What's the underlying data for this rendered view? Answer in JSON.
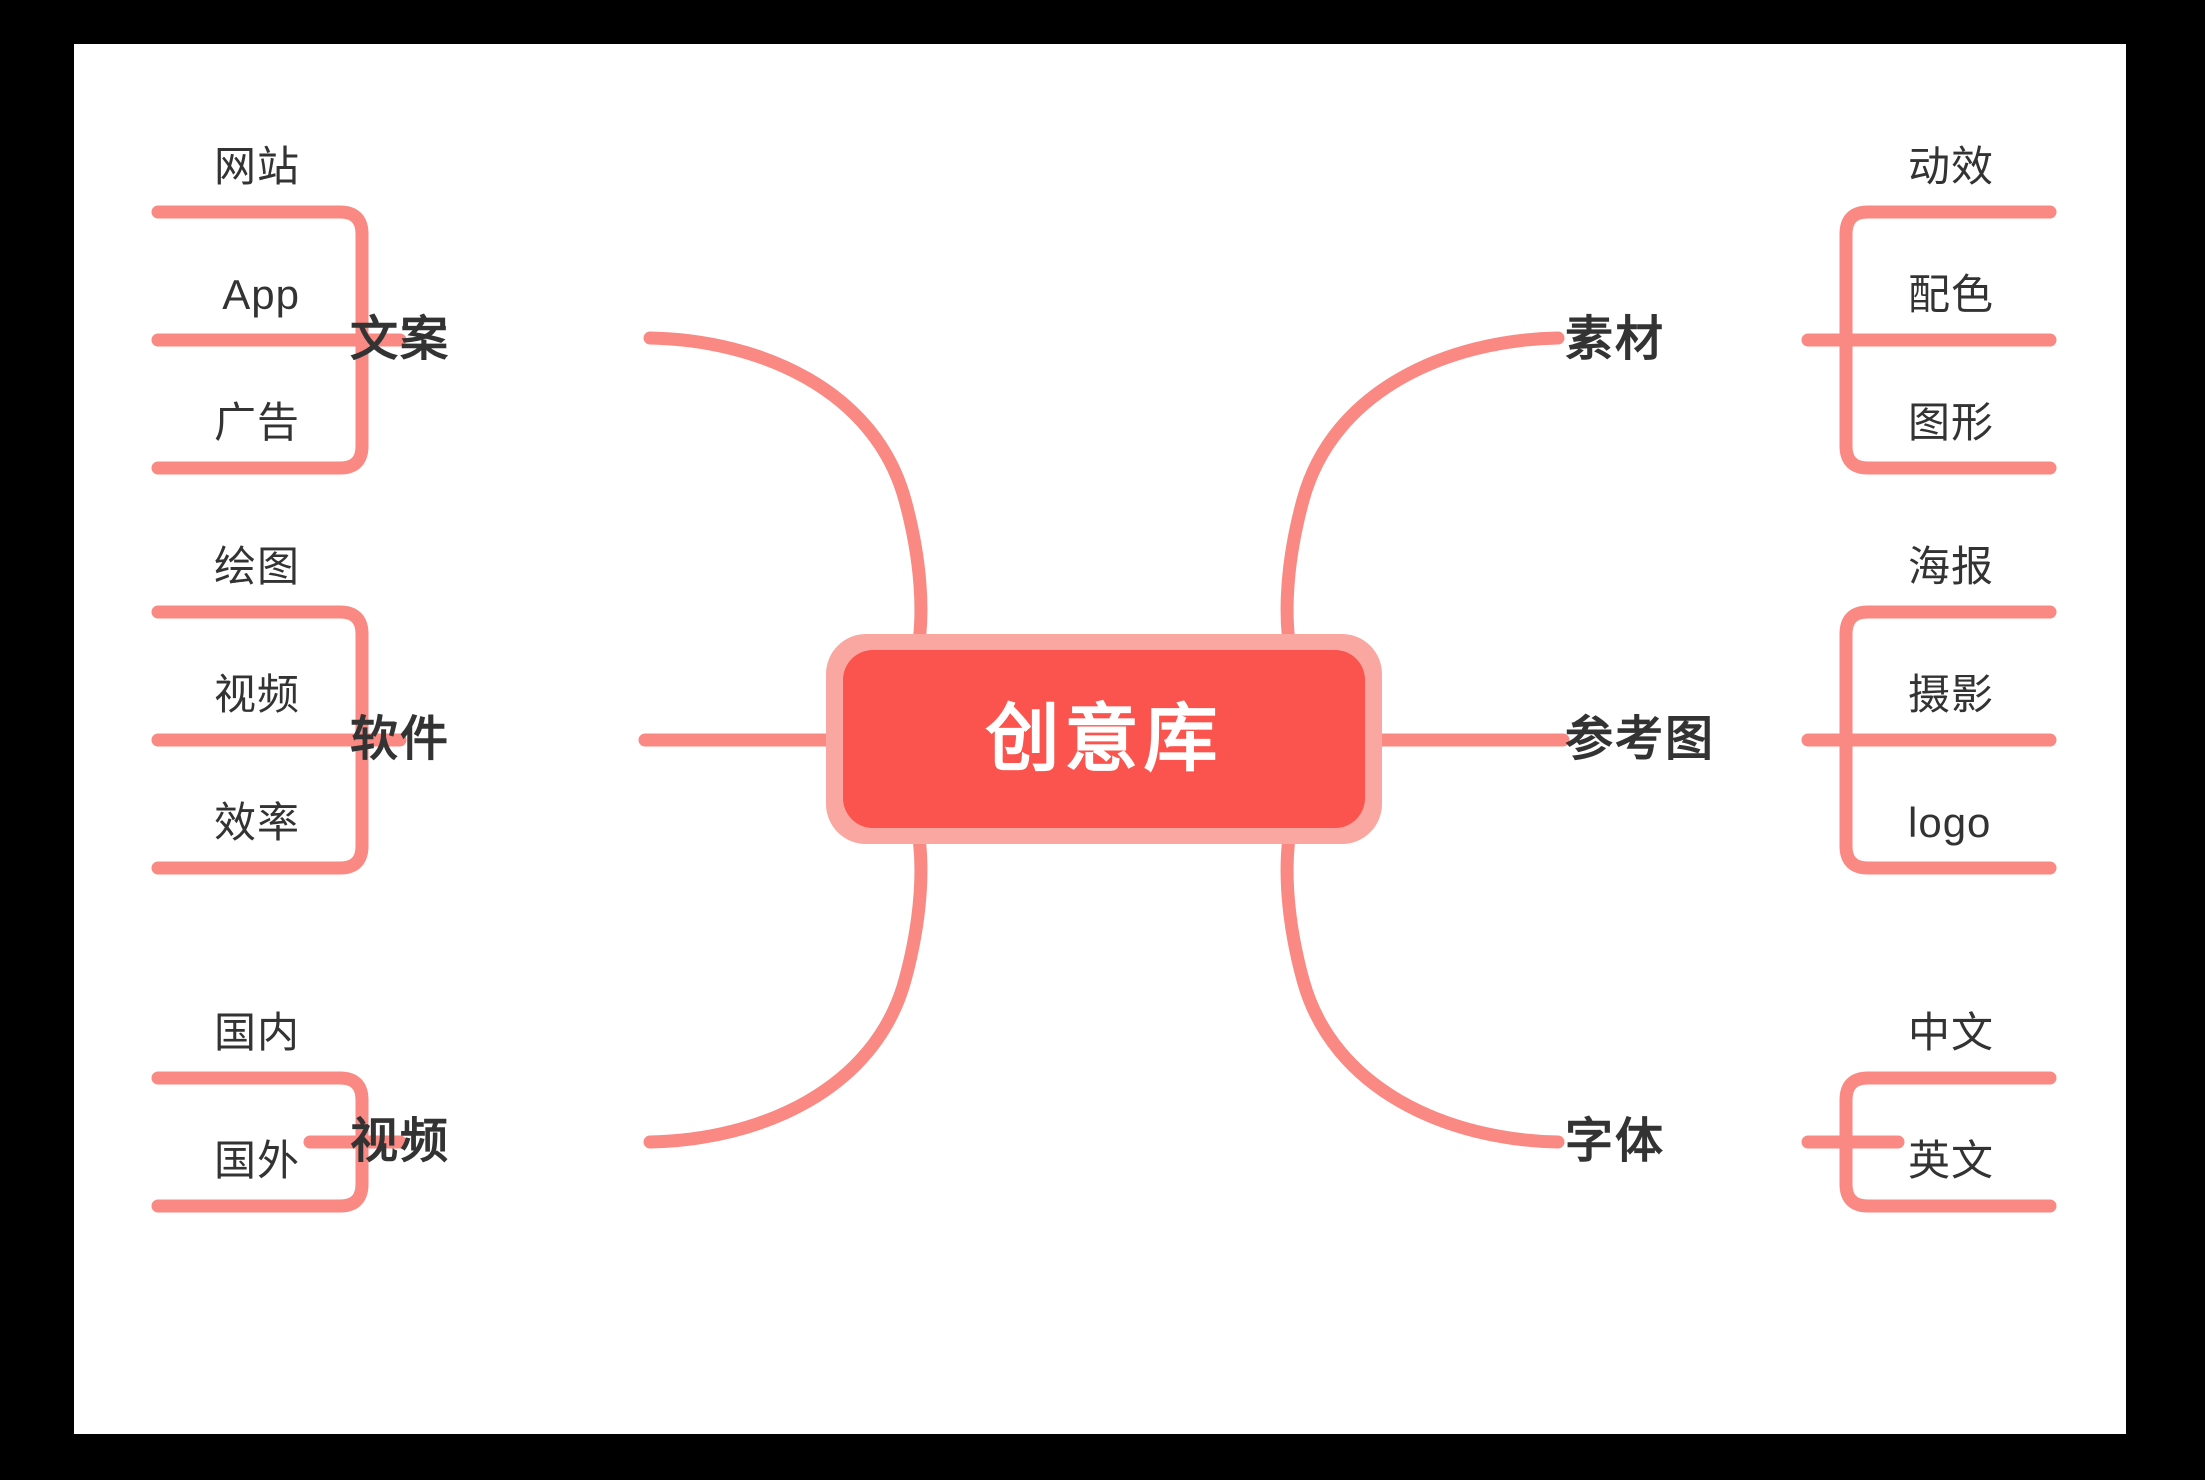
{
  "title": "创意库",
  "colors": {
    "background": "#000000",
    "card": "#FFFFFF",
    "line": "#F98982",
    "center_fill": "#FB534D",
    "center_halo": "#FBA7A1",
    "text": "#333333",
    "center_text": "#FFFFFF"
  },
  "center": {
    "label": "创意库"
  },
  "branches": [
    {
      "id": "wenan",
      "label": "文案",
      "side": "left",
      "children": [
        {
          "label": "网站"
        },
        {
          "label": "App"
        },
        {
          "label": "广告"
        }
      ]
    },
    {
      "id": "ruanjian",
      "label": "软件",
      "side": "left",
      "children": [
        {
          "label": "绘图"
        },
        {
          "label": "视频"
        },
        {
          "label": "效率"
        }
      ]
    },
    {
      "id": "shipin",
      "label": "视频",
      "side": "left",
      "children": [
        {
          "label": "国内"
        },
        {
          "label": "国外"
        }
      ]
    },
    {
      "id": "sucai",
      "label": "素材",
      "side": "right",
      "children": [
        {
          "label": "动效"
        },
        {
          "label": "配色"
        },
        {
          "label": "图形"
        }
      ]
    },
    {
      "id": "cankaotu",
      "label": "参考图",
      "side": "right",
      "children": [
        {
          "label": "海报"
        },
        {
          "label": "摄影"
        },
        {
          "label": "logo"
        }
      ]
    },
    {
      "id": "ziti",
      "label": "字体",
      "side": "right",
      "children": [
        {
          "label": "中文"
        },
        {
          "label": "英文"
        }
      ]
    }
  ]
}
